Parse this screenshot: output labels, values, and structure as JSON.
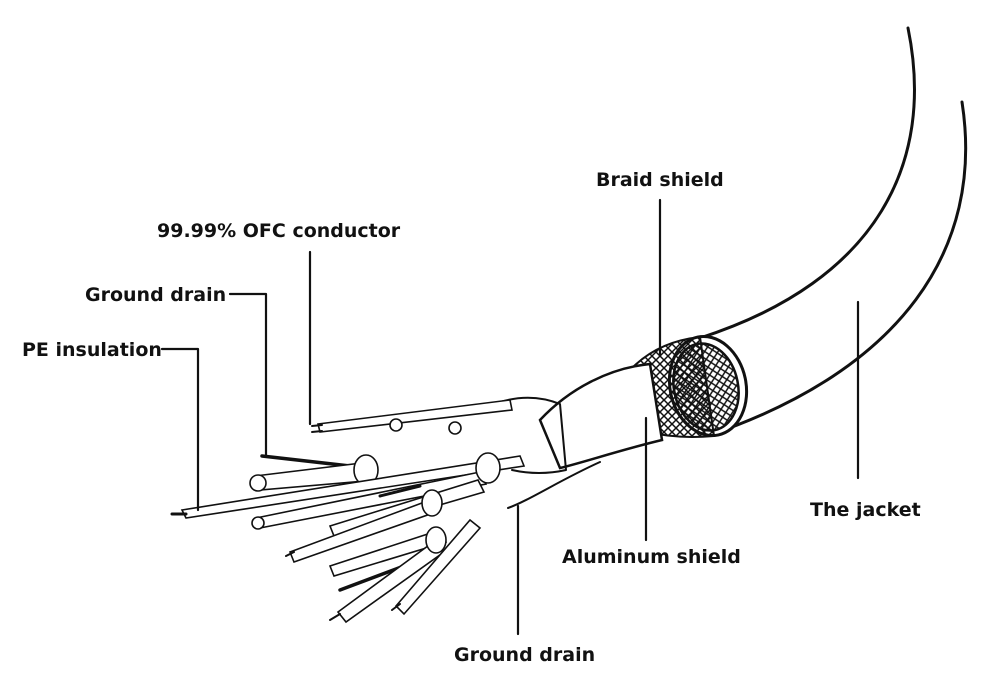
{
  "labels": {
    "ofc_conductor": "99.99% OFC conductor",
    "ground_drain_top": "Ground drain",
    "pe_insulation": "PE insulation",
    "braid_shield": "Braid shield",
    "aluminum_shield": "Aluminum shield",
    "the_jacket": "The jacket",
    "ground_drain_bottom": "Ground drain"
  },
  "colors": {
    "ink": "#111111",
    "background": "#ffffff"
  }
}
